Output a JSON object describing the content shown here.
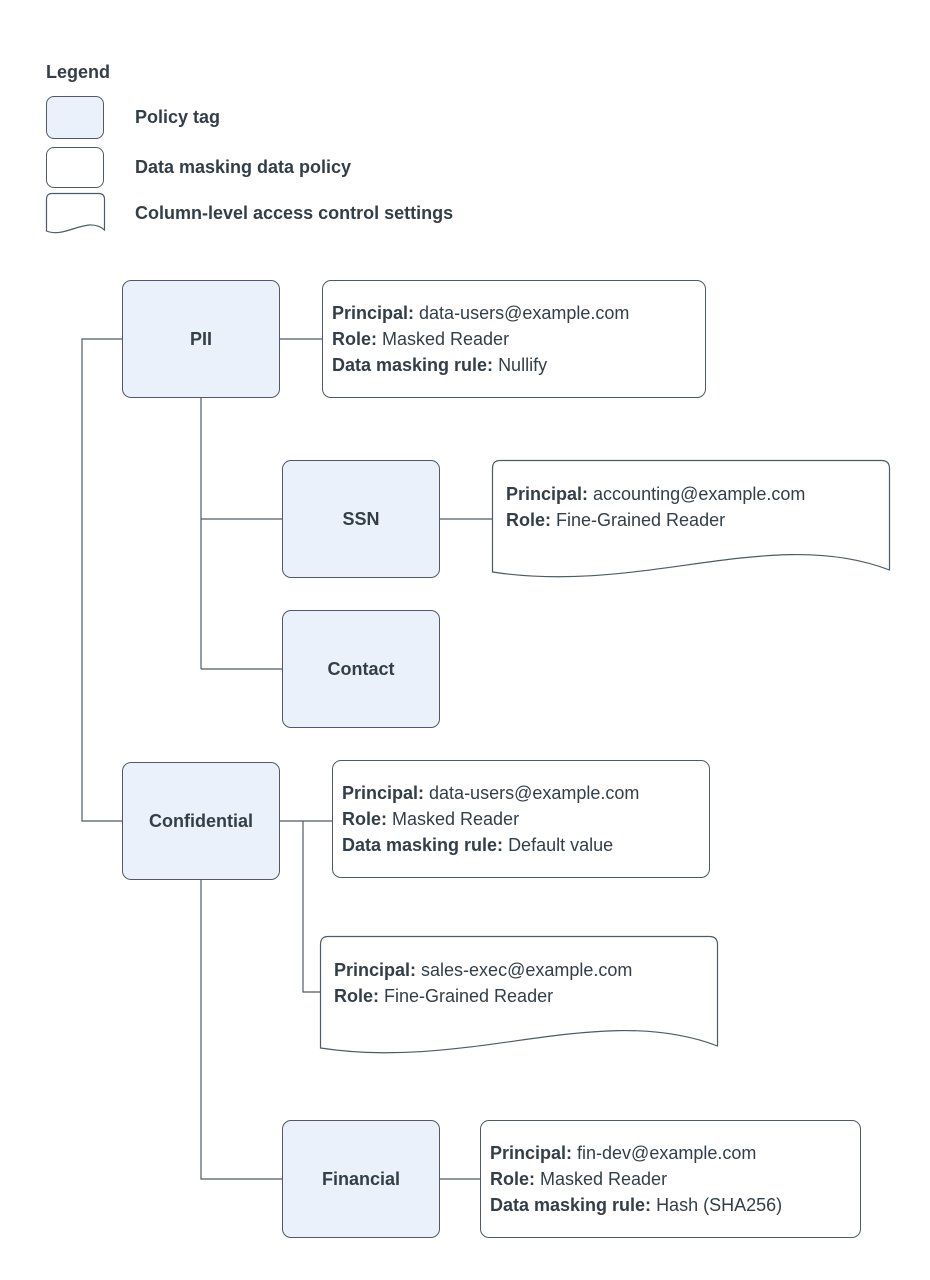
{
  "legend": {
    "title": "Legend",
    "items": [
      {
        "id": "policy-tag",
        "label": "Policy tag"
      },
      {
        "id": "data-masking-policy",
        "label": "Data masking data policy"
      },
      {
        "id": "column-acl",
        "label": "Column-level access control settings"
      }
    ]
  },
  "tags": {
    "pii": {
      "label": "PII"
    },
    "ssn": {
      "label": "SSN"
    },
    "contact": {
      "label": "Contact"
    },
    "confidential": {
      "label": "Confidential"
    },
    "financial": {
      "label": "Financial"
    }
  },
  "policies": {
    "pii_mask": {
      "lines": [
        {
          "k": "Principal:",
          "v": "data-users@example.com"
        },
        {
          "k": "Role:",
          "v": "Masked Reader"
        },
        {
          "k": "Data masking rule:",
          "v": "Nullify"
        }
      ]
    },
    "ssn_acl": {
      "lines": [
        {
          "k": "Principal:",
          "v": "accounting@example.com"
        },
        {
          "k": "Role:",
          "v": "Fine-Grained Reader"
        }
      ]
    },
    "confidential_mask": {
      "lines": [
        {
          "k": "Principal:",
          "v": "data-users@example.com"
        },
        {
          "k": "Role:",
          "v": "Masked Reader"
        },
        {
          "k": "Data masking rule:",
          "v": "Default value"
        }
      ]
    },
    "confidential_acl": {
      "lines": [
        {
          "k": "Principal:",
          "v": "sales-exec@example.com"
        },
        {
          "k": "Role:",
          "v": "Fine-Grained Reader"
        }
      ]
    },
    "financial_mask": {
      "lines": [
        {
          "k": "Principal:",
          "v": "fin-dev@example.com"
        },
        {
          "k": "Role:",
          "v": "Masked Reader"
        },
        {
          "k": "Data masking rule:",
          "v": "Hash (SHA256)"
        }
      ]
    }
  },
  "colors": {
    "policy_tag_fill": "#eaf1fb",
    "shape_stroke": "#4f5a66",
    "text": "#333e48",
    "background": "#ffffff"
  }
}
